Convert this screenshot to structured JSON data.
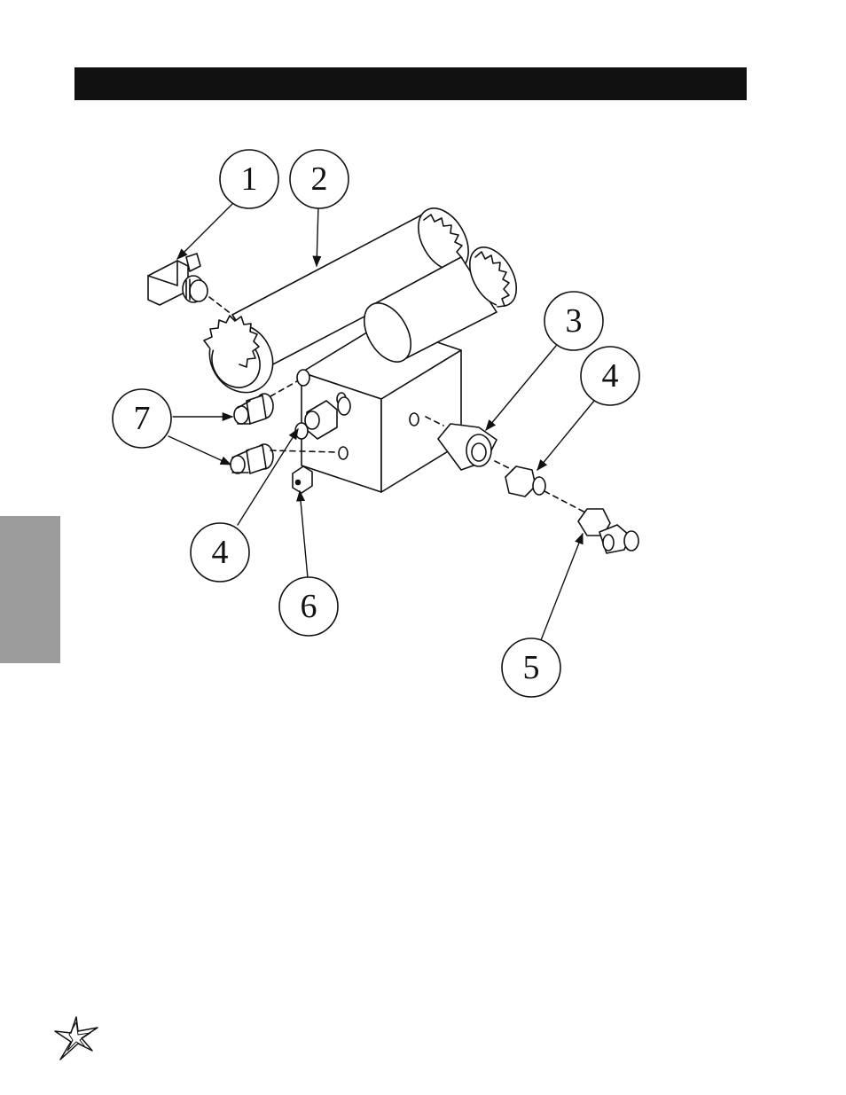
{
  "header": {
    "bar_color": "#111111"
  },
  "side_tab": {
    "color": "#9c9c9c"
  },
  "callouts": [
    {
      "id": "c1",
      "label": "1"
    },
    {
      "id": "c2",
      "label": "2"
    },
    {
      "id": "c3",
      "label": "3"
    },
    {
      "id": "c4a",
      "label": "4"
    },
    {
      "id": "c7",
      "label": "7"
    },
    {
      "id": "c4b",
      "label": "4"
    },
    {
      "id": "c6",
      "label": "6"
    },
    {
      "id": "c5",
      "label": "5"
    }
  ],
  "logo": {
    "icon": "star-burst-logo-icon"
  }
}
